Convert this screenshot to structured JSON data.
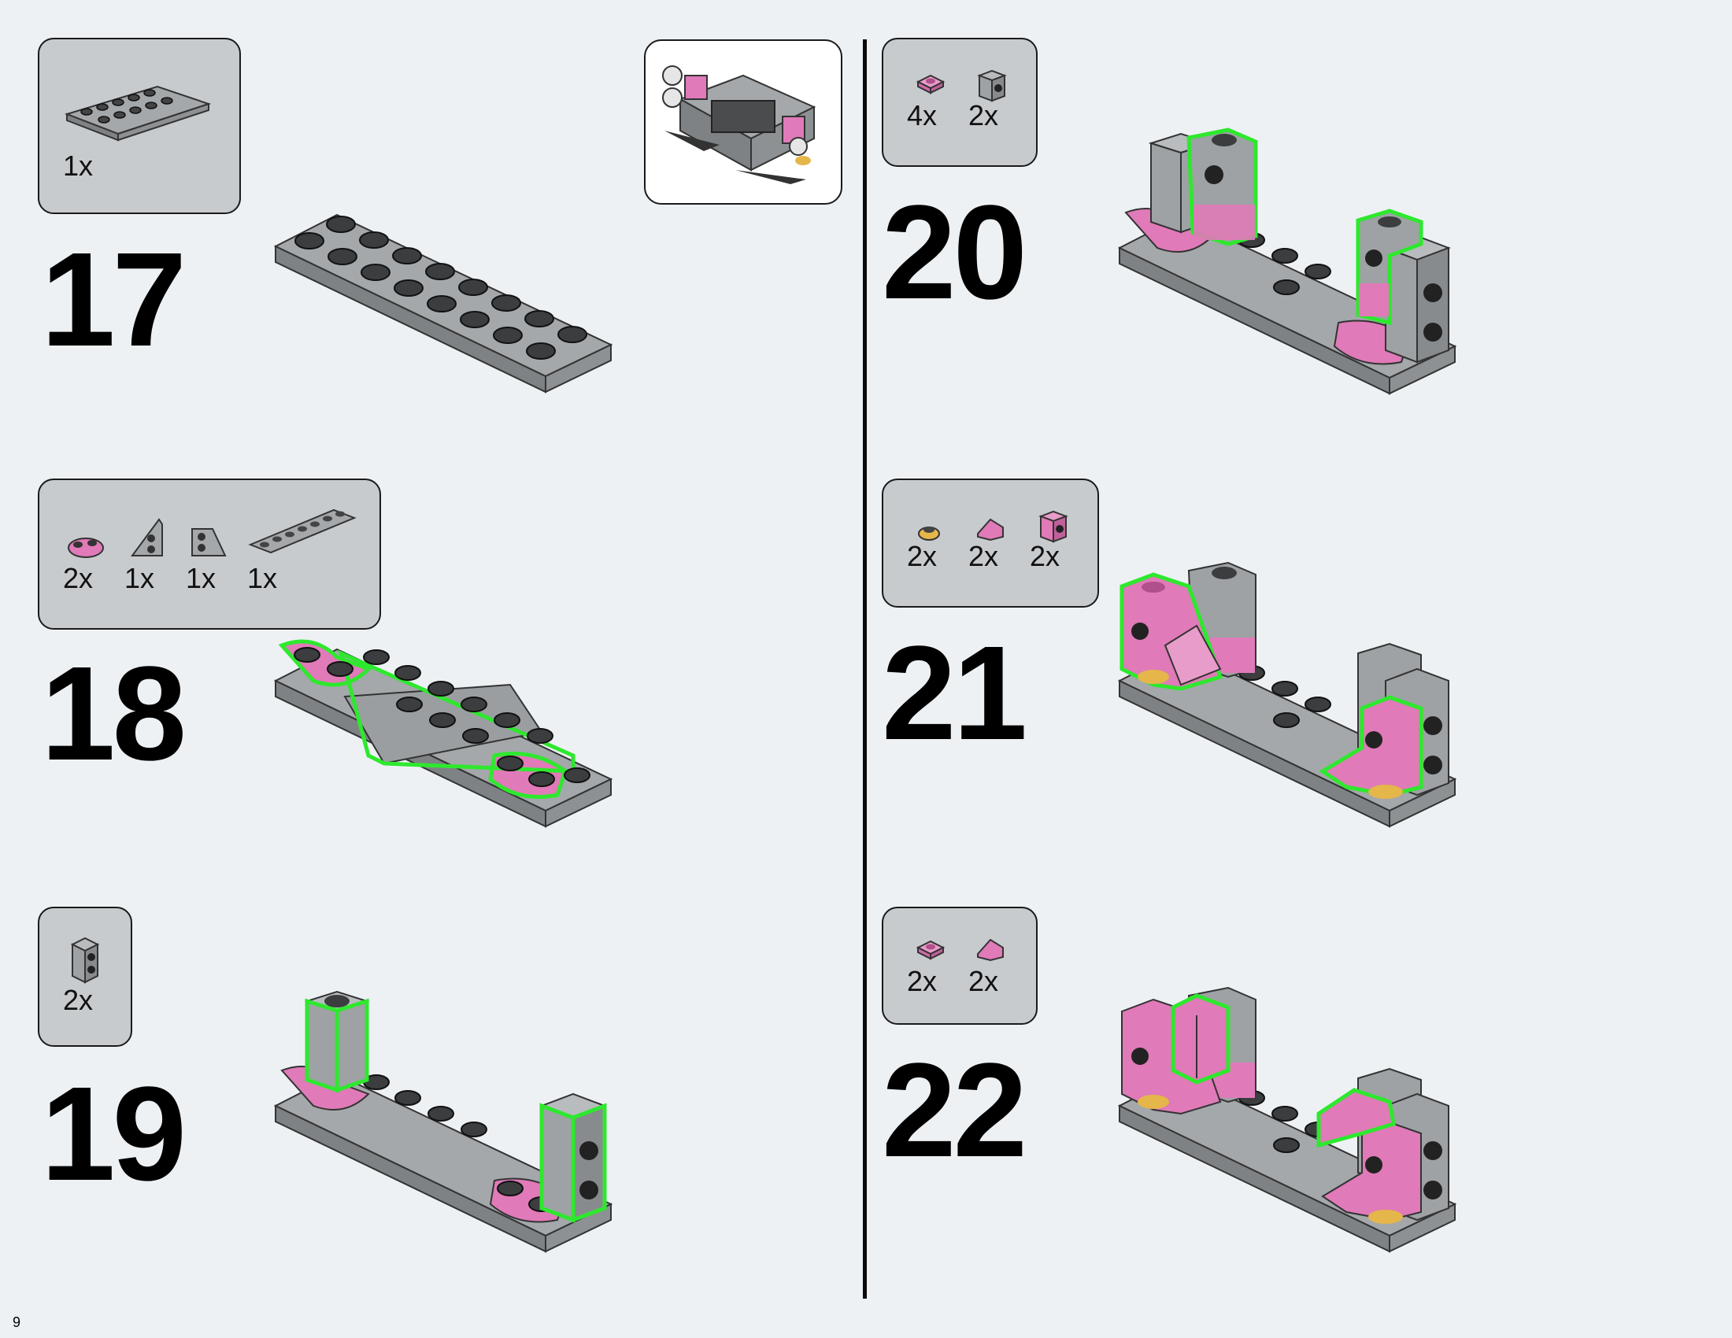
{
  "page_number": "9",
  "colors": {
    "background": "#edf1f4",
    "parts_box": "#c8cbce",
    "gray_brick": "#9ea2a5",
    "pink_brick": "#e07ab8",
    "gold_part": "#e5b64a",
    "highlight_outline": "#2ee82e"
  },
  "steps": [
    {
      "number": "17",
      "parts": [
        {
          "icon": "long-plate-2x10-icon",
          "quantity": "1x"
        }
      ]
    },
    {
      "number": "18",
      "parts": [
        {
          "icon": "pink-plate-1x2-rounded-icon",
          "quantity": "2x"
        },
        {
          "icon": "wedge-plate-icon",
          "quantity": "1x"
        },
        {
          "icon": "wedge-plate-icon",
          "quantity": "1x"
        },
        {
          "icon": "gray-plate-1x8-icon",
          "quantity": "1x"
        }
      ]
    },
    {
      "number": "19",
      "parts": [
        {
          "icon": "gray-brick-1x1x2-icon",
          "quantity": "2x"
        }
      ]
    },
    {
      "number": "20",
      "parts": [
        {
          "icon": "pink-plate-1x1-icon",
          "quantity": "4x"
        },
        {
          "icon": "gray-brick-1x1-side-stud-icon",
          "quantity": "2x"
        }
      ]
    },
    {
      "number": "21",
      "parts": [
        {
          "icon": "gold-round-plate-icon",
          "quantity": "2x"
        },
        {
          "icon": "pink-slope-icon",
          "quantity": "2x"
        },
        {
          "icon": "pink-brick-1x1-side-stud-icon",
          "quantity": "2x"
        }
      ]
    },
    {
      "number": "22",
      "parts": [
        {
          "icon": "pink-plate-1x1-icon",
          "quantity": "2x"
        },
        {
          "icon": "pink-slope-icon",
          "quantity": "2x"
        }
      ]
    }
  ]
}
